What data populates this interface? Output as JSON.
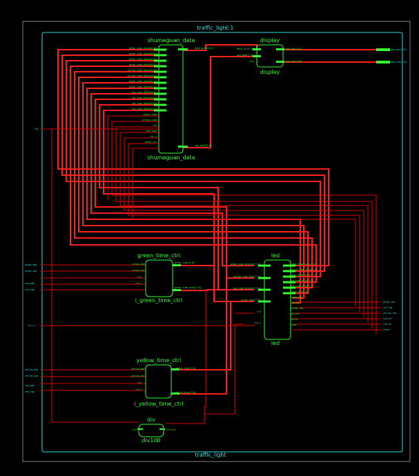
{
  "top": {
    "title": "traffic_light:1",
    "bottom_label": "traffic_light"
  },
  "blocks": {
    "shumaguan": {
      "type_label": "shumaguan_data",
      "inst_label": "shumaguan_data",
      "inputs": [
        "green_time_display[0]",
        "green_time_display[1]",
        "green_time_display[2]",
        "green_time_display[3]",
        "yellow_time_display[0]",
        "yellow_time_display[1]",
        "green_time_display[4]",
        "green_time_display[5]",
        "red_time_display[0]",
        "red_time_display[1]",
        "red_time_display[2]",
        "red_time_display[3]",
        "green_time",
        "yellow_time",
        "clk",
        "red_time",
        "rst_n",
        "state_cnt"
      ],
      "outputs": [
        "data_out[31:0]",
        "seg_data[7:0]"
      ]
    },
    "display": {
      "type_label": "display",
      "inst_label": "display",
      "inputs": [
        "data_in[31:0]",
        "seg_data[7:0]",
        "clk"
      ],
      "outputs": [
        "seg_sel[7:0]",
        "seg_out[7:0]"
      ]
    },
    "green": {
      "type_label": "green_time_ctrl",
      "inst_label": "i_green_time_ctrl",
      "inputs": [
        "green_add",
        "green_sub",
        "clk",
        "rst_n"
      ],
      "outputs": [
        "green_time[5:0]",
        "green_time_disp[7:0]"
      ]
    },
    "led": {
      "type_label": "led",
      "inst_label": "led",
      "inputs": [
        "green_time_display[7:0]",
        "yellow_time_disp[7:0]",
        "red_time_display[7:0]",
        "green_disp[7:0]",
        "clk",
        "rst_n"
      ],
      "outputs": [
        "green_time_disp[3:0]",
        "yellow_time_disp[3:0]",
        "green_time_disp[7:4]",
        "red_time_disp[3:0]",
        "red_time_disp[7:4]",
        "state_cnt[1:0]",
        "green_led",
        "red_led",
        "yellow_led",
        "led_all",
        "led_en",
        "state"
      ]
    },
    "yellow": {
      "type_label": "yellow_time_ctrl",
      "inst_label": "i_yellow_time_ctrl",
      "inputs": [
        "yellow_add",
        "yellow_sub",
        "clk",
        "rst_n"
      ],
      "outputs": [
        "yellow_time[3:0]",
        "yellow_disp[7:0]"
      ]
    },
    "div": {
      "type_label": "div",
      "inst_label": "div100",
      "inputs": [
        "clk"
      ],
      "outputs": [
        "clk_out"
      ]
    }
  },
  "ports": {
    "left": [
      "clk",
      "green_add",
      "green_sub",
      "red_add",
      "red_sub",
      "rst_n",
      "yellow_add",
      "yellow_sub",
      "red_add",
      "red_sub"
    ],
    "right_top": [
      "seg_sel[7:0]",
      "seg_out[7:0]"
    ],
    "right_mid": [
      "green_led",
      "red_led",
      "yellow_led",
      "led_all",
      "led_en",
      "state"
    ]
  },
  "colors": {
    "wire": "#e00000",
    "wire_hi": "#ff2020",
    "block": "#33ff33",
    "frame": "#33e0e0",
    "background": "#000000"
  }
}
